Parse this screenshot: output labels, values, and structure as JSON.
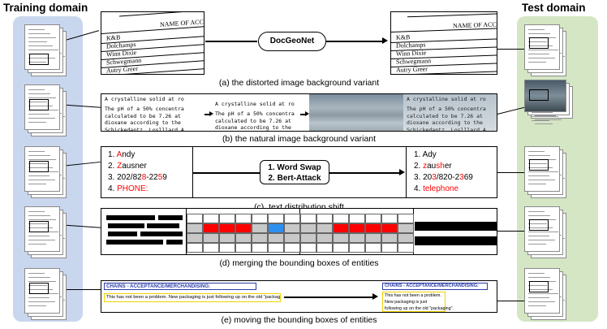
{
  "left_title": "Training domain",
  "right_title": "Test domain",
  "captions": {
    "a": "(a) the distorted image background variant",
    "b": "(b) the natural image background variant",
    "c": "(c). text distribution shift",
    "d": "(d) merging the bounding boxes of entities",
    "e": "(e) moving the bounding boxes of entities"
  },
  "row_a": {
    "header": "NAME OF ACCO",
    "names": [
      "K&B",
      "Dolchamps",
      "Winn Dixie",
      "Schwegmann",
      "Autry Greer"
    ],
    "method": "DocGeoNet"
  },
  "row_b": {
    "lines": [
      "A crystalline solid at ro",
      "The pH of a 50% concentra",
      "calculated to be 7.26 at",
      "dioxane according to the",
      "Schickedantz, Loslllard A"
    ]
  },
  "row_c": {
    "original": [
      {
        "num": "1. ",
        "parts": [
          {
            "t": "A",
            "red": true
          },
          {
            "t": "ndy",
            "red": false
          }
        ]
      },
      {
        "num": "2. ",
        "parts": [
          {
            "t": "Z",
            "red": true
          },
          {
            "t": "ausner",
            "red": false
          }
        ]
      },
      {
        "num": "3. ",
        "parts": [
          {
            "t": "202/82",
            "red": false
          },
          {
            "t": "8",
            "red": true
          },
          {
            "t": "-22",
            "red": false
          },
          {
            "t": "5",
            "red": true
          },
          {
            "t": "9",
            "red": false
          }
        ]
      },
      {
        "num": "4. ",
        "parts": [
          {
            "t": "PHONE:",
            "red": true
          }
        ]
      }
    ],
    "method_1": "1. Word Swap",
    "method_2": "2. Bert-Attack",
    "modified": [
      {
        "num": "1. ",
        "parts": [
          {
            "t": "Ady",
            "red": false
          }
        ]
      },
      {
        "num": "2. ",
        "parts": [
          {
            "t": "z",
            "red": true
          },
          {
            "t": "au",
            "red": false
          },
          {
            "t": "sh",
            "red": true
          },
          {
            "t": "er",
            "red": false
          }
        ]
      },
      {
        "num": "3. ",
        "parts": [
          {
            "t": "20",
            "red": false
          },
          {
            "t": "3",
            "red": true
          },
          {
            "t": "/820-2",
            "red": false
          },
          {
            "t": "3",
            "red": true
          },
          {
            "t": "69",
            "red": false
          }
        ]
      },
      {
        "num": "4. ",
        "parts": [
          {
            "t": "telephone",
            "red": true
          }
        ]
      }
    ]
  },
  "row_e": {
    "heading": "CHAINS - ACCEPTANCE/MERCHANDISING:",
    "sentence": "This has not been a problem.  New packaging is just following up on the old \"packaging\".",
    "moved_1": "This has not been a problem.",
    "moved_2": "New packaging is just",
    "moved_3": "following up on the old \"packaging\"."
  },
  "colors": {
    "training_panel": "#c9d7ee",
    "test_panel": "#d4e6c4",
    "highlight_red": "#ff0000",
    "highlight_blue": "#2e8ff0",
    "merged_grey": "#c8c8c8"
  }
}
